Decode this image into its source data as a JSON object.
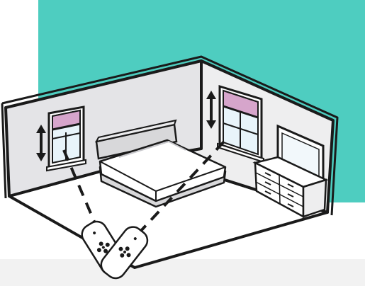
{
  "illustration": {
    "colors": {
      "accent_square": "#4ecdc0",
      "wall": "#e4e4e7",
      "floor": "#ffffff",
      "outline": "#1a1a1a",
      "window_glass": "#e8f4fa",
      "blind": "#d6a5cb",
      "bed_frame": "#d8d8da",
      "bed_sheet": "#ffffff",
      "dresser": "#ffffff",
      "remote": "#ffffff",
      "bottom_band": "#f2f2f2"
    },
    "objects": [
      {
        "name": "left-window",
        "icon": "window-with-roller-blind"
      },
      {
        "name": "right-window",
        "icon": "window-with-roller-blind"
      },
      {
        "name": "bed",
        "icon": "bed"
      },
      {
        "name": "dresser",
        "icon": "dresser-with-mirror"
      },
      {
        "name": "remote-controls",
        "count": 2,
        "icon": "remote-control"
      },
      {
        "name": "motion-arrows",
        "count": 2,
        "icon": "up-down-arrow"
      },
      {
        "name": "signal-lines",
        "count": 2,
        "style": "dashed"
      }
    ]
  }
}
